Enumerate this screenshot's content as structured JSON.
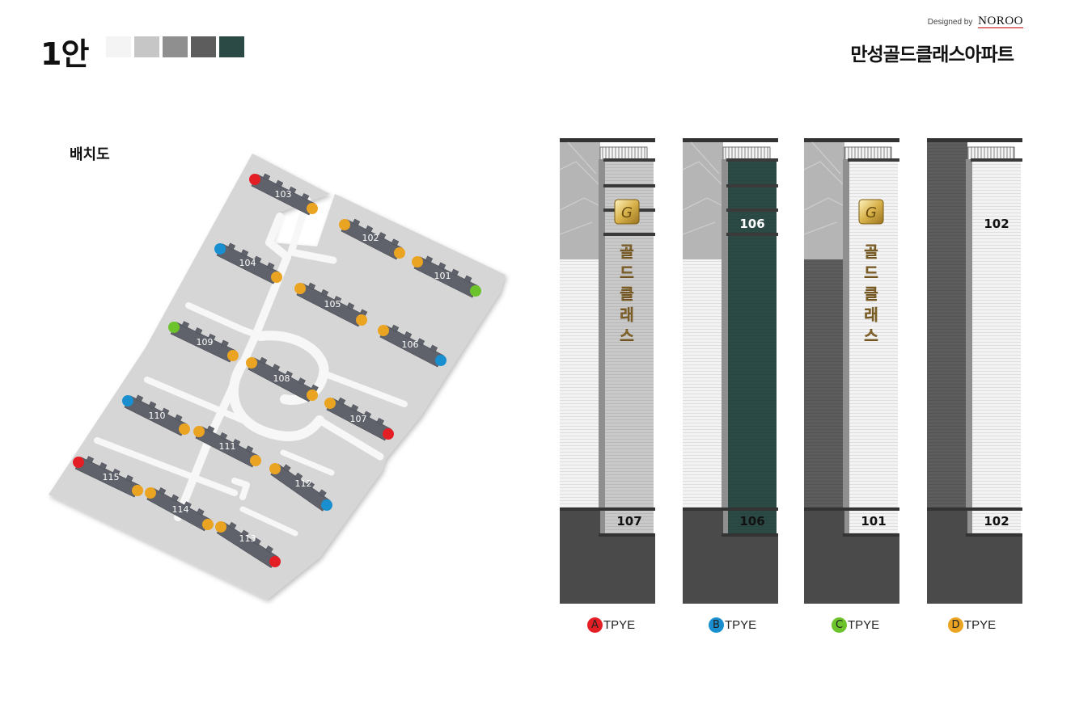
{
  "header": {
    "title": "1안",
    "swatches": [
      "#f4f4f4",
      "#c6c6c6",
      "#8f8f8f",
      "#5d5d5d",
      "#2b4a45"
    ],
    "designed_by": "Designed by",
    "brand": "NOROO",
    "apartment_name": "만성골드클래스아파트"
  },
  "site_plan": {
    "title": "배치도",
    "buildings": [
      {
        "label": "103",
        "left_type": "A",
        "right_type": "D"
      },
      {
        "label": "102",
        "left_type": "D",
        "right_type": "D"
      },
      {
        "label": "104",
        "left_type": "B",
        "right_type": "D"
      },
      {
        "label": "101",
        "left_type": "D",
        "right_type": "C"
      },
      {
        "label": "105",
        "left_type": "D",
        "right_type": "D"
      },
      {
        "label": "109",
        "left_type": "C",
        "right_type": "D"
      },
      {
        "label": "106",
        "left_type": "D",
        "right_type": "B"
      },
      {
        "label": "108",
        "left_type": "D",
        "right_type": "D"
      },
      {
        "label": "107",
        "left_type": "D",
        "right_type": "A"
      },
      {
        "label": "110",
        "left_type": "B",
        "right_type": "D"
      },
      {
        "label": "111",
        "left_type": "D",
        "right_type": "D"
      },
      {
        "label": "112",
        "left_type": "D",
        "right_type": "B"
      },
      {
        "label": "115",
        "left_type": "A",
        "right_type": "D"
      },
      {
        "label": "114",
        "left_type": "D",
        "right_type": "D"
      },
      {
        "label": "113",
        "left_type": "D",
        "right_type": "A"
      }
    ]
  },
  "types": [
    {
      "letter": "A",
      "label": "TPYE",
      "color": "#e31e24"
    },
    {
      "letter": "B",
      "label": "TPYE",
      "color": "#1a8fd0"
    },
    {
      "letter": "C",
      "label": "TPYE",
      "color": "#6cc32c"
    },
    {
      "letter": "D",
      "label": "TPYE",
      "color": "#eba422"
    }
  ],
  "elevations": [
    {
      "type": "A",
      "top_label": "",
      "bottom_label": "107",
      "has_logo": true,
      "sign_text": [
        "골",
        "드",
        "클",
        "래",
        "스"
      ],
      "main_color": "#c9c9c9"
    },
    {
      "type": "B",
      "top_label": "106",
      "bottom_label": "106",
      "has_logo": false,
      "sign_text": [],
      "main_color": "#2b4a45"
    },
    {
      "type": "C",
      "top_label": "",
      "bottom_label": "101",
      "has_logo": true,
      "sign_text": [
        "골",
        "드",
        "클",
        "래",
        "스"
      ],
      "main_color": "#f2f2f2"
    },
    {
      "type": "D",
      "top_label": "102",
      "bottom_label": "102",
      "has_logo": false,
      "sign_text": [],
      "main_color": "#f2f2f2"
    }
  ]
}
